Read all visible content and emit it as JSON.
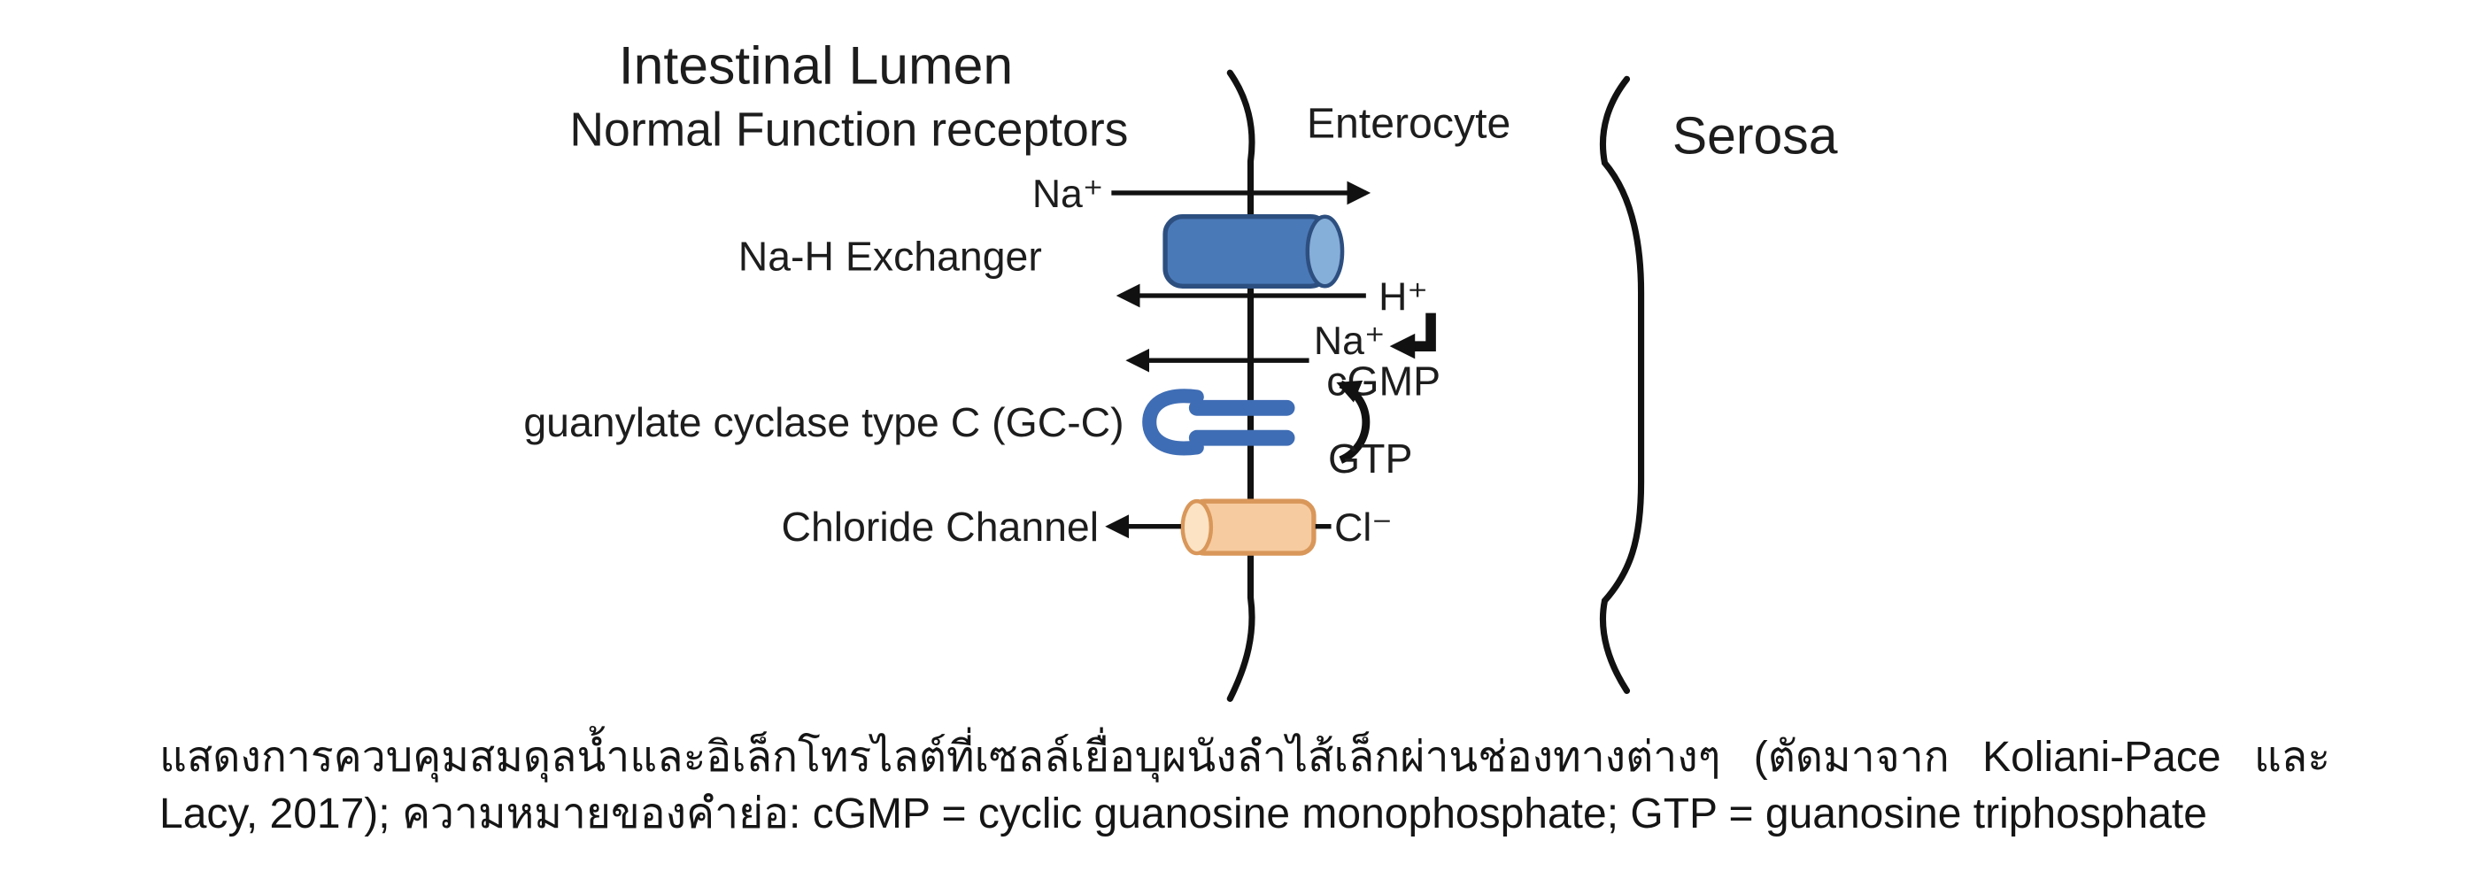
{
  "figure": {
    "titles": {
      "lumen_title": "Intestinal Lumen",
      "lumen_subtitle": "Normal Function receptors",
      "enterocyte": "Enterocyte",
      "serosa": "Serosa"
    },
    "labels": {
      "na_h_exchanger": "Na-H Exchanger",
      "guanylate_cyclase": "guanylate cyclase type C (GC-C)",
      "chloride_channel": "Chloride Channel",
      "na_top": "Na⁺",
      "h_ion": "H⁺",
      "na_mid": "Na⁺",
      "cgmp": "cGMP",
      "gtp": "GTP",
      "cl_ion": "Cl⁻"
    },
    "colors": {
      "ink": "#111111",
      "exchanger_fill": "#4a79b8",
      "exchanger_cap": "#85aed8",
      "exchanger_edge": "#2d4f80",
      "receptor_blue": "#3f6db5",
      "channel_fill": "#f7cba0",
      "channel_cap": "#fbe3c4",
      "channel_edge": "#d9975a"
    }
  },
  "caption": {
    "line1": "แสดงการควบคุมสมดุลน้ำและอิเล็กโทรไลต์ที่เซลล์เยื่อบุผนังลำไส้เล็กผ่านช่องทางต่างๆ (ตัดมาจาก Koliani-Pace และ",
    "line2": "Lacy, 2017); ความหมายของคำย่อ: cGMP = cyclic guanosine monophosphate; GTP = guanosine triphosphate"
  }
}
